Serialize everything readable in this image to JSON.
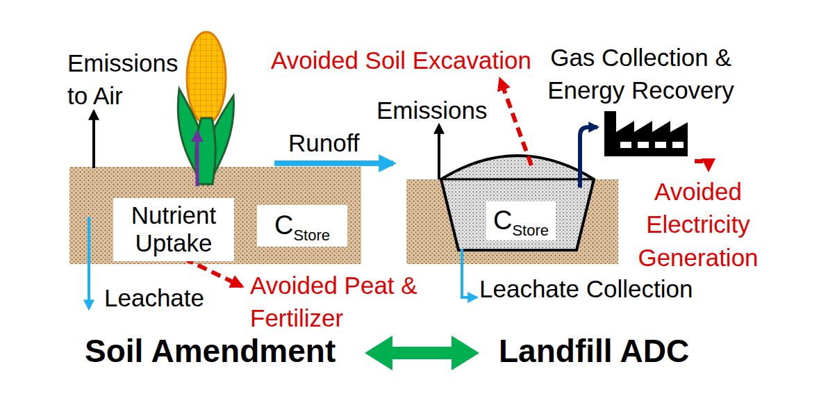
{
  "diagram": {
    "nodes": [
      {
        "text": [
          "Nutrient Uptake"
        ]
      },
      {
        "text": [
          "C",
          "Store"
        ]
      },
      {
        "text": [
          "C",
          "Store"
        ]
      }
    ],
    "labels": [
      "Emissions to Air",
      "Avoided Soil Excavation",
      "Gas Collection & Energy Recovery",
      "Emissions",
      "Runoff",
      "Avoided Electricity Generation",
      "Leachate",
      "Avoided Peat & Fertilizer",
      "Leachate Collection",
      "Soil Amendment",
      "Landfill ADC"
    ]
  }
}
